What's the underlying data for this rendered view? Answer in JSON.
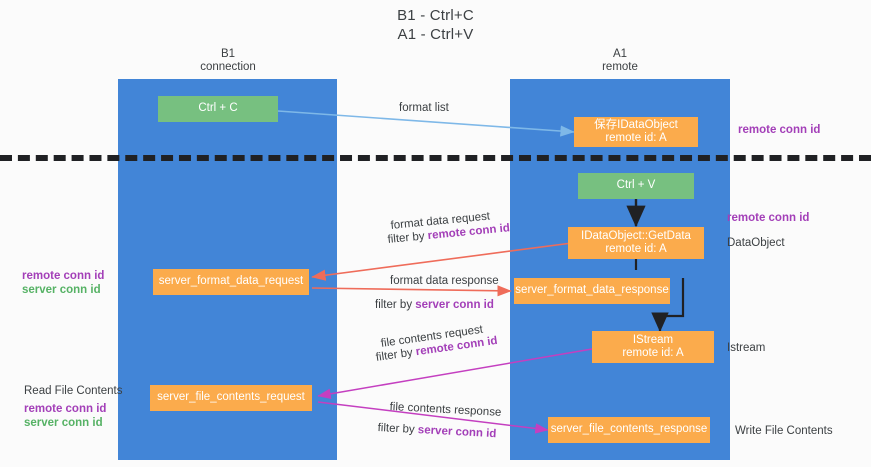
{
  "title": {
    "line1": "B1 - Ctrl+C",
    "line2": "A1 - Ctrl+V"
  },
  "columns": [
    {
      "name": "B1",
      "role": "connection"
    },
    {
      "name": "A1",
      "role": "remote"
    }
  ],
  "nodes": {
    "ctrl_c": {
      "line1": "Ctrl + C",
      "line2": ""
    },
    "ctrl_v": {
      "line1": "Ctrl + V",
      "line2": ""
    },
    "idataobject_store": {
      "line1": "保存IDataObject",
      "line2": "remote id: A"
    },
    "idataobject_getdata": {
      "line1": "IDataObject::GetData",
      "line2": "remote id: A"
    },
    "istream": {
      "line1": "IStream",
      "line2": "remote id: A"
    },
    "server_format_data_request": {
      "line1": "server_format_data_request",
      "line2": ""
    },
    "server_format_data_response": {
      "line1": "server_format_data_response",
      "line2": ""
    },
    "server_file_contents_request": {
      "line1": "server_file_contents_request",
      "line2": ""
    },
    "server_file_contents_response": {
      "line1": "server_file_contents_response",
      "line2": ""
    }
  },
  "edge_labels": {
    "format_list": "format list",
    "format_data_request": "format data request",
    "format_data_request_filter_prefix": "filter by ",
    "format_data_request_filter_key": "remote conn id",
    "format_data_response": "format data response",
    "format_data_response_filter_prefix": "filter by ",
    "format_data_response_filter_key": "server conn id",
    "file_contents_request": "file contents request",
    "file_contents_request_filter_prefix": "filter by ",
    "file_contents_request_filter_key": "remote conn id",
    "file_contents_response": "file contents response",
    "file_contents_response_filter_prefix": "filter by ",
    "file_contents_response_filter_key": "server conn id"
  },
  "side_notes": {
    "right_top_remote_conn_id": "remote conn id",
    "right_mid_remote_conn_id": "remote conn id",
    "right_dataobject": "DataObject",
    "right_istream": "Istream",
    "right_write_file_contents": "Write File Contents",
    "left_remote_conn_id_mid": "remote conn id",
    "left_server_conn_id_mid": "server conn id",
    "left_read_file_contents": "Read File Contents",
    "left_remote_conn_id_bottom": "remote conn id",
    "left_server_conn_id_bottom": "server conn id"
  },
  "colors": {
    "lane": "#4285d7",
    "green_box": "#77c080",
    "orange_box": "#fbab4c",
    "arrow_light_blue": "#7eb8e8",
    "arrow_red": "#ef6c5a",
    "arrow_magenta": "#c43fc0",
    "arrow_black": "#202124",
    "key_purple": "#a33fb8",
    "key_green": "#56b265",
    "text": "#3c4043",
    "background": "#fbfbfb"
  }
}
